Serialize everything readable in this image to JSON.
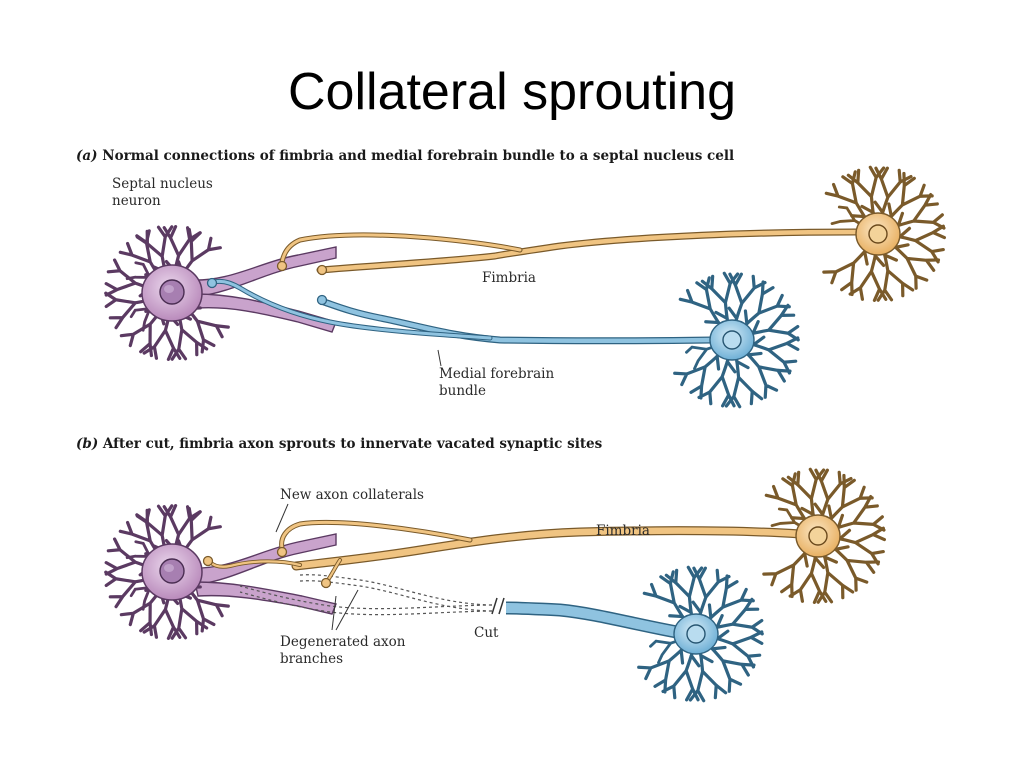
{
  "slide": {
    "title": "Collateral sprouting"
  },
  "panel_a": {
    "letter": "(a)",
    "heading": "Normal connections of fimbria and medial forebrain bundle to a septal nucleus cell",
    "labels": {
      "septal_line1": "Septal nucleus",
      "septal_line2": "neuron",
      "fimbria": "Fimbria",
      "mfb_line1": "Medial forebrain",
      "mfb_line2": "bundle"
    }
  },
  "panel_b": {
    "letter": "(b)",
    "heading": "After cut, fimbria axon sprouts to innervate vacated synaptic sites",
    "labels": {
      "new_collaterals": "New axon collaterals",
      "fimbria": "Fimbria",
      "degenerated_line1": "Degenerated axon",
      "degenerated_line2": "branches",
      "cut": "Cut"
    }
  },
  "colors": {
    "septal_fill": "#c9a3cc",
    "septal_stroke": "#5b3a62",
    "fimbria_fill": "#f0c482",
    "fimbria_stroke": "#7a5a2a",
    "mfb_fill": "#8fc3e0",
    "mfb_stroke": "#2f6382"
  }
}
